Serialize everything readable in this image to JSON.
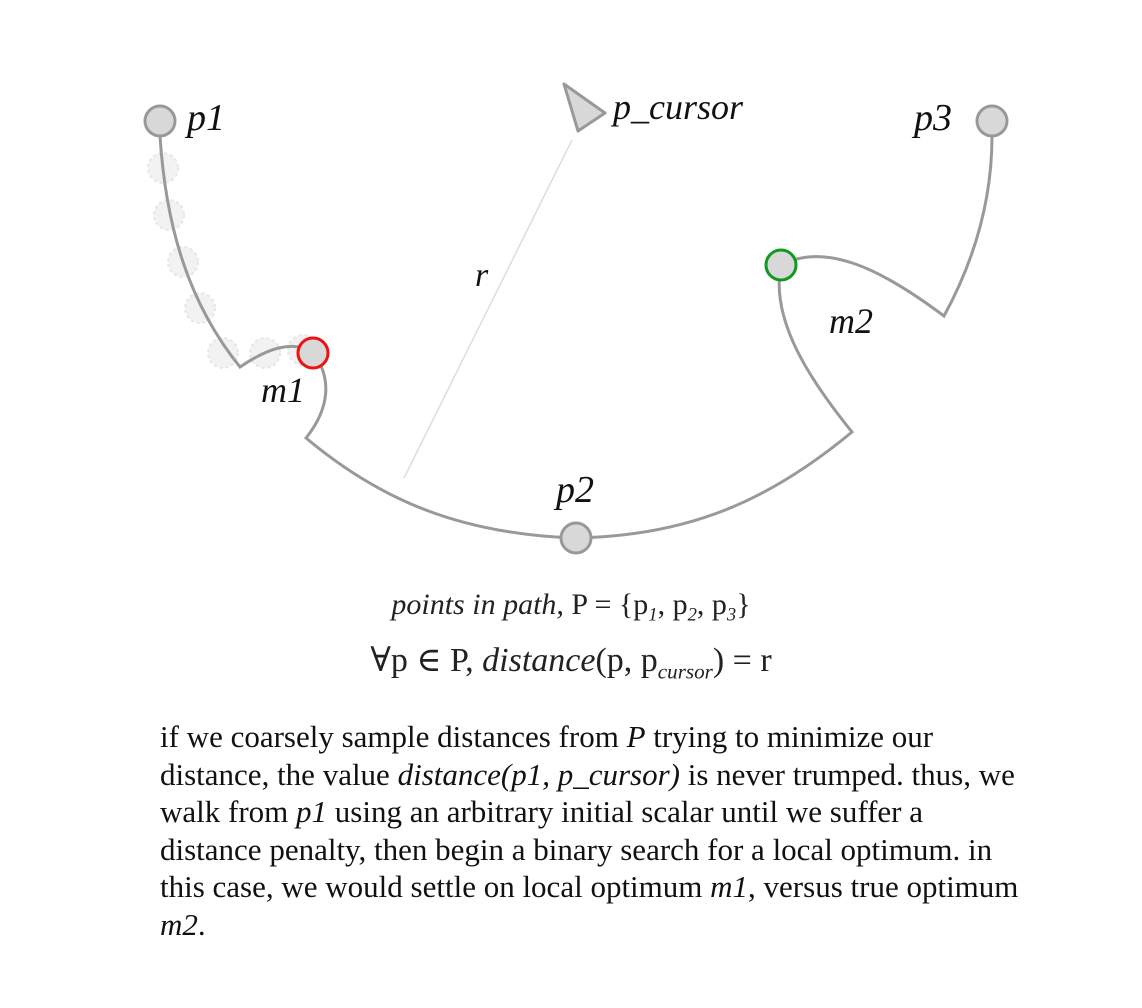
{
  "labels": {
    "p1": "p1",
    "p2": "p2",
    "p3": "p3",
    "cursor": "p_cursor",
    "r": "r",
    "m1": "m1",
    "m2": "m2"
  },
  "formula": {
    "line1_text": "points in path,",
    "line1_math": "P = {p",
    "line1_sub1": "1",
    "line1_mid1": ", p",
    "line1_sub2": "2",
    "line1_mid2": ", p",
    "line1_sub3": "3",
    "line1_end": "}",
    "line2_pre": "∀p ∈ P, ",
    "line2_fn": "distance",
    "line2_args": "(p, p",
    "line2_sub": "cursor",
    "line2_end": ") = r"
  },
  "paragraph": {
    "t1": "if we coarsely sample distances from ",
    "e1": "P",
    "t2": " trying to minimize our distance, the value ",
    "e2": "distance(p1, p_cursor)",
    "t3": " is never trumped. thus, we walk from ",
    "e3": "p1",
    "t4": " using an arbitrary initial scalar until we suffer a distance penalty, then begin a binary search for a local optimum.  in this case, we would settle on local optimum ",
    "e4": "m1",
    "t5": ", versus true optimum ",
    "e5": "m2",
    "t6": "."
  },
  "colors": {
    "path": "#999999",
    "node_fill": "#d8d8d8",
    "local_optimum": "#ee1111",
    "true_optimum": "#119922",
    "radius_line": "#dddddd"
  }
}
